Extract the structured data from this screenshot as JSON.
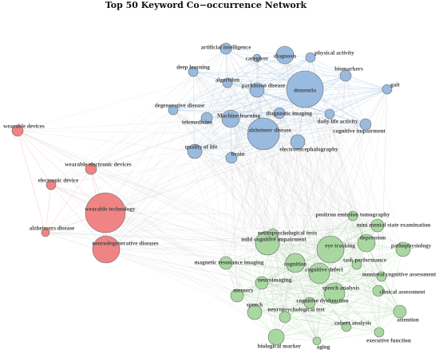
{
  "title": "Top 50 Keyword Co−occurrence Network",
  "colors": {
    "blue": "#99bbe0",
    "red": "#f08484",
    "green": "#a8d8a0",
    "edge_gray": "#bdbdbd",
    "edge_blue": "#a9c4e4",
    "edge_red": "#ef9a9a",
    "edge_green": "#a7d7a0"
  },
  "nodes": [
    {
      "id": "artificial intelligence",
      "label": "artificial intelligence",
      "group": "blue"
    },
    {
      "id": "caregiver",
      "label": "caregiver",
      "group": "blue"
    },
    {
      "id": "diagnosis",
      "label": "diagnosis",
      "group": "blue"
    },
    {
      "id": "physical activity",
      "label": "physical activity",
      "group": "blue"
    },
    {
      "id": "deep learning",
      "label": "deep learning",
      "group": "blue"
    },
    {
      "id": "algorithm",
      "label": "algorithm",
      "group": "blue"
    },
    {
      "id": "parkinson disease",
      "label": "parkinson disease",
      "group": "blue"
    },
    {
      "id": "dementia",
      "label": "dementia",
      "group": "blue"
    },
    {
      "id": "biomarkers",
      "label": "biomarkers",
      "group": "blue"
    },
    {
      "id": "gait",
      "label": "gait",
      "group": "blue"
    },
    {
      "id": "degenerative disease",
      "label": "degenerative disease",
      "group": "blue"
    },
    {
      "id": "telemedicine",
      "label": "telemedicine",
      "group": "blue"
    },
    {
      "id": "Machine learning",
      "label": "Machine learning",
      "group": "blue"
    },
    {
      "id": "diagnostic imaging",
      "label": "diagnostic imaging",
      "group": "blue"
    },
    {
      "id": "daily life activity",
      "label": "daily life activity",
      "group": "blue"
    },
    {
      "id": "alzheimer disease",
      "label": "alzheimer disease",
      "group": "blue"
    },
    {
      "id": "cognitive impairment",
      "label": "cognitive impairment",
      "group": "blue"
    },
    {
      "id": "quality of life",
      "label": "quality of life",
      "group": "blue"
    },
    {
      "id": "electroencephalography",
      "label": "electroencephalography",
      "group": "blue"
    },
    {
      "id": "brain",
      "label": "brain",
      "group": "blue"
    },
    {
      "id": "wearable devices",
      "label": "wearable devices",
      "group": "red"
    },
    {
      "id": "wearable electronic devices",
      "label": "wearable electronic devices",
      "group": "red"
    },
    {
      "id": "electronic device",
      "label": "electronic device",
      "group": "red"
    },
    {
      "id": "wearable technology",
      "label": "wearable technology",
      "group": "red"
    },
    {
      "id": "alzheimers disease",
      "label": "alzheimers disease",
      "group": "red"
    },
    {
      "id": "neurodegenerative diseases",
      "label": "neurodegenerative diseases",
      "group": "red"
    },
    {
      "id": "positron emission tomography",
      "label": "positron emission tomography",
      "group": "green"
    },
    {
      "id": "mini mental state examination",
      "label": "mini mental state examination",
      "group": "green"
    },
    {
      "id": "neuropsychological tests",
      "label": "neuropsychological tests",
      "group": "green"
    },
    {
      "id": "mild cognitive impairment",
      "label": "mild cognitive impairment",
      "group": "green"
    },
    {
      "id": "eye tracking",
      "label": "eye tracking",
      "group": "green"
    },
    {
      "id": "depression",
      "label": "depression",
      "group": "green"
    },
    {
      "id": "pathophysiology",
      "label": "pathophysiology",
      "group": "green"
    },
    {
      "id": "magnetic resonance imaging",
      "label": "magnetic resonance imaging",
      "group": "green"
    },
    {
      "id": "cognition",
      "label": "cognition",
      "group": "green"
    },
    {
      "id": "task performance",
      "label": "task performance",
      "group": "green"
    },
    {
      "id": "cognitive defect",
      "label": "cognitive defect",
      "group": "green"
    },
    {
      "id": "montreal cognitive assessment",
      "label": "montreal cognitive assessment",
      "group": "green"
    },
    {
      "id": "neuroimaging",
      "label": "neuroimaging",
      "group": "green"
    },
    {
      "id": "memory",
      "label": "memory",
      "group": "green"
    },
    {
      "id": "speech analysis",
      "label": "speech analysis",
      "group": "green"
    },
    {
      "id": "clinical assessment",
      "label": "clinical assessment",
      "group": "green"
    },
    {
      "id": "cognitive dysfunction",
      "label": "cognitive dysfunction",
      "group": "green"
    },
    {
      "id": "speech",
      "label": "speech",
      "group": "green"
    },
    {
      "id": "neuropsychological test",
      "label": "neuropsychological test",
      "group": "green"
    },
    {
      "id": "attention",
      "label": "attention",
      "group": "green"
    },
    {
      "id": "cohort analysis",
      "label": "cohort analysis",
      "group": "green"
    },
    {
      "id": "biological marker",
      "label": "biological marker",
      "group": "green"
    },
    {
      "id": "aging",
      "label": "aging",
      "group": "green"
    },
    {
      "id": "executive function",
      "label": "executive function",
      "group": "green"
    }
  ]
}
